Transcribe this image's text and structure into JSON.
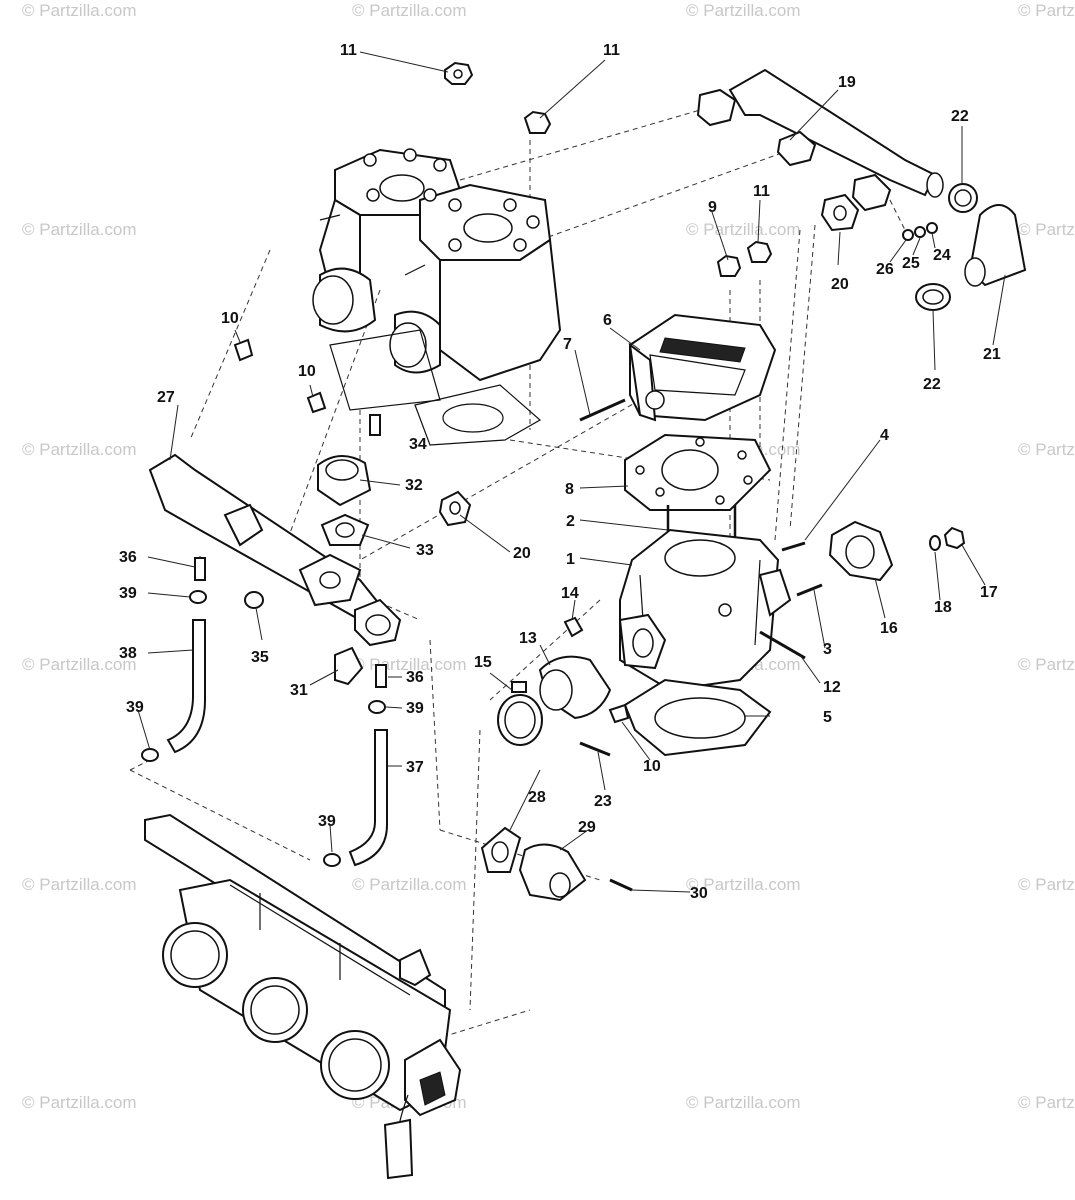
{
  "watermark": "© Partzilla.com",
  "colors": {
    "ink": "#111111",
    "watermark": "#c8c8c8",
    "background": "#ffffff"
  },
  "callouts": {
    "c1": "1",
    "c2": "2",
    "c3": "3",
    "c4": "4",
    "c5": "5",
    "c6": "6",
    "c7": "7",
    "c8": "8",
    "c9": "9",
    "c10a": "10",
    "c10b": "10",
    "c10c": "10",
    "c11a": "11",
    "c11b": "11",
    "c11c": "11",
    "c12": "12",
    "c13": "13",
    "c14": "14",
    "c15": "15",
    "c16": "16",
    "c17": "17",
    "c18": "18",
    "c19": "19",
    "c20a": "20",
    "c20b": "20",
    "c21": "21",
    "c22a": "22",
    "c22b": "22",
    "c23": "23",
    "c24": "24",
    "c25": "25",
    "c26": "26",
    "c27": "27",
    "c28": "28",
    "c29": "29",
    "c30": "30",
    "c31": "31",
    "c32": "32",
    "c33": "33",
    "c34": "34",
    "c35": "35",
    "c36a": "36",
    "c36b": "36",
    "c37": "37",
    "c38": "38",
    "c39a": "39",
    "c39b": "39",
    "c39c": "39",
    "c39d": "39"
  }
}
